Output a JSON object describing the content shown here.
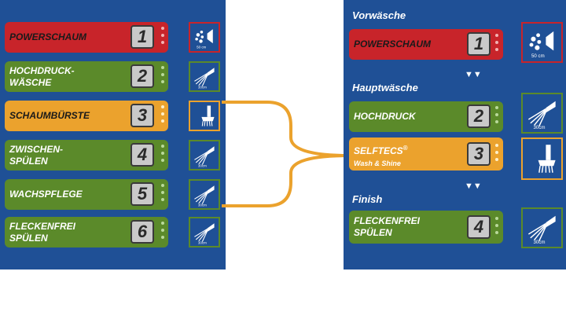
{
  "colors": {
    "panel": "#1f5096",
    "red": "#c8242a",
    "green": "#5b8a2a",
    "orange": "#eba22d"
  },
  "left_programs": [
    {
      "label": "POWERSCHAUM",
      "number": "1",
      "color": "red",
      "icon": "foam-nozzle-icon",
      "icon_text": "50 cm"
    },
    {
      "label": "HOCHDRUCK-\nWÄSCHE",
      "number": "2",
      "color": "green",
      "icon": "spray-nozzle-icon",
      "icon_text": "30cm"
    },
    {
      "label": "SCHAUMBÜRSTE",
      "number": "3",
      "color": "orange",
      "icon": "brush-icon",
      "icon_text": ""
    },
    {
      "label": "ZWISCHEN-\nSPÜLEN",
      "number": "4",
      "color": "green",
      "icon": "spray-nozzle-icon",
      "icon_text": "30cm"
    },
    {
      "label": "WACHSPFLEGE",
      "number": "5",
      "color": "green",
      "icon": "spray-nozzle-icon",
      "icon_text": "30cm"
    },
    {
      "label": "FLECKENFREI\nSPÜLEN",
      "number": "6",
      "color": "green",
      "icon": "spray-nozzle-icon",
      "icon_text": "30cm"
    }
  ],
  "right": {
    "section_pre": "Vorwäsche",
    "section_main": "Hauptwäsche",
    "section_finish": "Finish",
    "programs": [
      {
        "label": "POWERSCHAUM",
        "number": "1",
        "color": "red",
        "icon": "foam-nozzle-icon",
        "icon_text": "50 cm"
      },
      {
        "label": "HOCHDRUCK",
        "number": "2",
        "color": "green",
        "icon": "spray-nozzle-icon",
        "icon_text": "30cm"
      },
      {
        "label": "SELFTECS",
        "sup": "®",
        "subtitle": "Wash & Shine",
        "number": "3",
        "color": "orange",
        "icon": "brush-icon",
        "icon_text": ""
      },
      {
        "label": "FLECKENFREI\nSPÜLEN",
        "number": "4",
        "color": "green",
        "icon": "spray-nozzle-icon",
        "icon_text": "30cm"
      }
    ],
    "arrow_glyph": "▼▼"
  }
}
